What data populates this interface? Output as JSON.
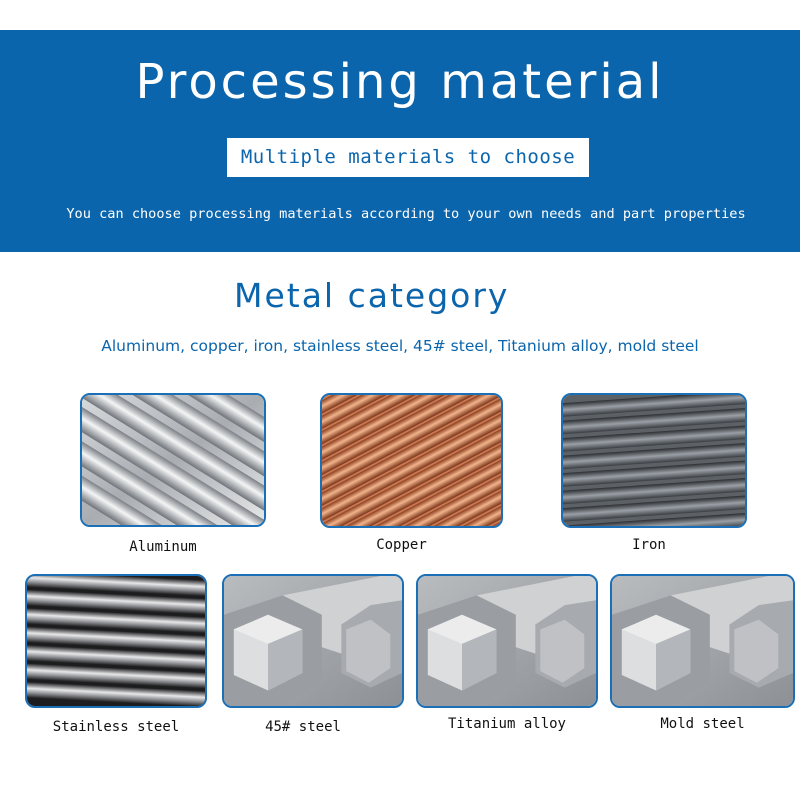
{
  "header": {
    "title": "Processing material",
    "subtitle": "Multiple materials to choose",
    "description": "You can choose processing materials according to your own needs and part properties"
  },
  "section": {
    "title": "Metal category",
    "list": "Aluminum, copper, iron, stainless steel, 45# steel, Titanium alloy, mold steel"
  },
  "materials": [
    {
      "label": "Aluminum",
      "icon": "aluminum-rods-image"
    },
    {
      "label": "Copper",
      "icon": "copper-rods-image"
    },
    {
      "label": "Iron",
      "icon": "iron-bars-image"
    },
    {
      "label": "Stainless steel",
      "icon": "stainless-steel-rods-image"
    },
    {
      "label": "45# steel",
      "icon": "hex-steel-bars-image"
    },
    {
      "label": "Titanium alloy",
      "icon": "hex-titanium-bars-image"
    },
    {
      "label": "Mold steel",
      "icon": "hex-mold-steel-bars-image"
    }
  ],
  "colors": {
    "brand_blue": "#0b65ac",
    "tile_border": "#1a6fb7"
  }
}
